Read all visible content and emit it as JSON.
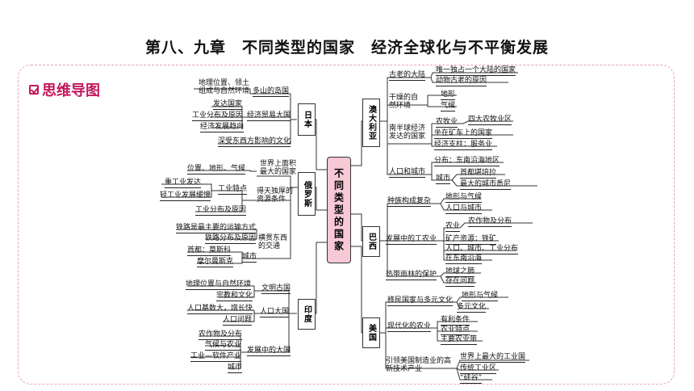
{
  "title": "第八、九章　不同类型的国家　经济全球化与不平衡发展",
  "section_label": "思维导图",
  "center_label": "不同类型的国家",
  "japan": {
    "label": "日本",
    "branch_island": "多山的岛国",
    "island_leaf": "地理位置、领土组成与自然环境",
    "branch_trade": "经济贸易大国",
    "trade_leaves": [
      "发达国家",
      "工业分布及原因",
      "经济发展趋向"
    ],
    "branch_culture": "深受东西方影响的文化"
  },
  "russia": {
    "label": "俄罗斯",
    "branch_area": "世界上面积最大的国家",
    "area_leaf": "位置、地形、气候",
    "branch_resources": "得天独厚的资源条件",
    "industry_feature": "工业特点",
    "industry_feature_leaves": [
      "重工业发达",
      "轻工业发展缓慢"
    ],
    "industry_distribution": "工业分布及原因",
    "branch_transport": "横贯东西的交通",
    "transport_leaves": [
      "铁路是最主要的运输方式",
      "铁路分布及原因"
    ],
    "city": "城市",
    "city_leaves": [
      "首都：莫斯科",
      "摩尔曼斯克"
    ]
  },
  "india": {
    "label": "印度",
    "branch_ancient": "文明古国",
    "ancient_leaves": [
      "地理位置与自然环境",
      "宗教和文化"
    ],
    "branch_population": "人口大国",
    "population_leaves": [
      "人口基数大，增长快",
      "人口问题"
    ],
    "branch_developing": "发展中的大国",
    "developing_leaves": [
      "农作物及分布",
      "气候与农业",
      "工业—软件产业",
      "城市"
    ]
  },
  "australia": {
    "label": "澳大利亚",
    "branch_old": "古老的大陆",
    "old_leaves": [
      "唯一独占一个大陆的国家",
      "动物古老的原因"
    ],
    "branch_dry": "干燥的自然环境",
    "dry_leaves": [
      "地形",
      "气候"
    ],
    "branch_south": "南半球经济发达的国家",
    "agri": "农牧业",
    "agri_leaf": "四大农牧业区",
    "mining": "坐在矿车上的国家",
    "pillar": "经济支柱：服务业",
    "branch_population": "人口和城市",
    "distribution": "分布：东南沿海地区",
    "city": "城市",
    "city_leaves": [
      "首都堪培拉",
      "最大的城市悉尼"
    ]
  },
  "brazil": {
    "label": "巴西",
    "branch_race": "种族构成复杂",
    "race_leaves": [
      "地形与气候",
      "人口与城市"
    ],
    "branch_industry": "发展中的工农业",
    "agri": "农业",
    "agri_leaf": "农作物及分布",
    "mineral": "矿产资源：铁矿",
    "pop_city_industry": "人口、城市、工业分布",
    "southeast": "在东南沿海",
    "branch_forest": "热带雨林的保护",
    "forest_leaves": [
      "地球之肺",
      "存在问题"
    ]
  },
  "usa": {
    "label": "美国",
    "branch_immigrant": "移民国家与多元文化",
    "immigrant_leaves": [
      "地形与气候",
      "多元文化"
    ],
    "branch_agri": "现代化的农业",
    "agri_leaves": [
      "有利条件",
      "农业特点",
      "主要农业带"
    ],
    "branch_hightech": "引领美国制造业的高新技术产业",
    "hightech_leaves": [
      "世界上最大的工业国",
      "传统工业区",
      "“硅谷”"
    ]
  }
}
